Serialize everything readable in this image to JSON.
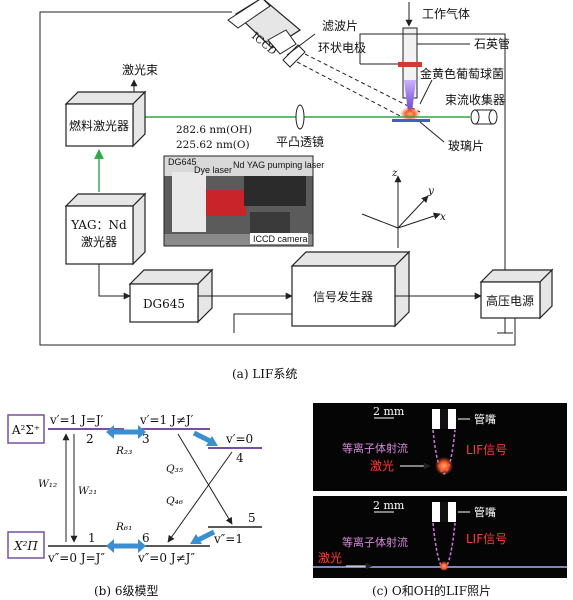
{
  "setup": {
    "labels": {
      "iccd": "ICCD",
      "filter": "滤波片",
      "working_gas": "工作气体",
      "ring_electrode": "环状电极",
      "quartz_tube": "石英管",
      "laser_beam": "激光束",
      "staph": "金黄色葡萄球菌",
      "beam_collector": "束流收集器",
      "dye_laser": "燃料激光器",
      "wavelength_oh": "282.6 nm(OH)",
      "wavelength_o": "225.62 nm(O)",
      "lens": "平凸透镜",
      "glass": "玻璃片",
      "yag_laser_line1": "YAG：Nd",
      "yag_laser_line2": "激光器",
      "dg645": "DG645",
      "signal_generator": "信号发生器",
      "hv_supply": "高压电源",
      "axis_x": "x",
      "axis_y": "y",
      "axis_z": "z"
    },
    "photo_labels": {
      "dg645": "DG645",
      "dye": "Dye laser",
      "nd_yag": "Nd YAG pumping laser",
      "iccd": "ICCD camera"
    },
    "caption": "(a) LIF系统"
  },
  "model": {
    "upper_state": "A²Σ⁺",
    "lower_state": "X²Π",
    "levels": [
      {
        "id": "2",
        "label": "v′=1 J=J′"
      },
      {
        "id": "3",
        "label": "v′=1 J≠J′"
      },
      {
        "id": "4",
        "label": "v′=0"
      },
      {
        "id": "1",
        "label": "v″=0 J=J″"
      },
      {
        "id": "6",
        "label": "v″=0 J≠J″"
      },
      {
        "id": "5",
        "label": "v″=1"
      }
    ],
    "rates": {
      "w12": "W₁₂",
      "w21": "W₂₁",
      "r23": "R₂₃",
      "r61": "R₆₁",
      "q35": "Q₃₅",
      "q46": "Q₄₆"
    },
    "caption": "(b) 6级模型",
    "colors": {
      "purple": "#7a4fa3",
      "arrow_blue": "#3b8fd1"
    }
  },
  "photos": {
    "scale": "2 mm",
    "nozzle": "管嘴",
    "jet": "等离子体射流",
    "lif": "LIF信号",
    "laser": "激光",
    "caption": "(c) O和OH的LIF照片"
  }
}
